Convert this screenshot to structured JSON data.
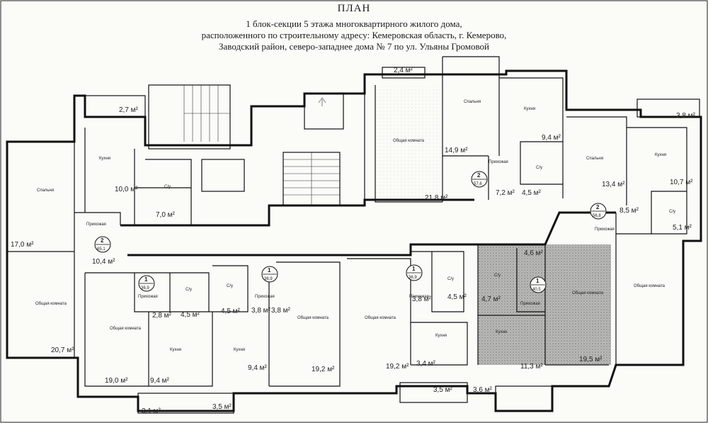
{
  "header": {
    "title": "ПЛАН",
    "line1": "1 блок-секции 5 этажа многоквартирного жилого дома,",
    "line2": "расположенного по строительному адресу: Кемеровская область, г. Кемерово,",
    "line3": "Заводский район, северо-западнее дома № 7 по ул. Ульяны Громовой"
  },
  "rooms": {
    "spalnya": "Спальня",
    "kuhnya": "Кухня",
    "obshaya": "Общая комната",
    "sanuzel": "С/у",
    "prihozhaya": "Прихожая"
  },
  "areas": {
    "a1": "2,7 м²",
    "a2": "10,0 м²",
    "a3": "7,0 м²",
    "a4": "17,0 м²",
    "a5": "10,4 м²",
    "a6": "14,9 м²",
    "a7": "9,4 м²",
    "a8": "21,8 м²",
    "a9": "7,2 м²",
    "a10": "4,5 м²",
    "a11": "3,8 м²",
    "a12": "13,4 м²",
    "a13": "10,7 м²",
    "a14": "8,5 м²",
    "a15": "5,1 м²",
    "a16": "20,7 м²",
    "a17": "19,0 м²",
    "a18": "9,4 м²",
    "a19": "4,5 м²",
    "a20": "4,5 м²",
    "a21": "3,8 м²",
    "a22": "9,4 м²",
    "a23": "19,2 м²",
    "a24": "19,2 м²",
    "a25": "3,4 м²",
    "a26": "3,8 м²",
    "a27": "4,5 м²",
    "a28": "4,6 м²",
    "a29": "4,7 м²",
    "a30": "11,3 м²",
    "a31": "19,5 м²",
    "a32": "3,1 м²",
    "a33": "3,5 м²",
    "a34": "3,5 м²",
    "a35": "3,6 м²",
    "a36": "2,8 м²",
    "a37": "3,8 м²",
    "a38": "2,4 м²"
  },
  "flats": {
    "f1": {
      "rooms": "2",
      "area": "65,1"
    },
    "f2": {
      "rooms": "2",
      "area": "57,6"
    },
    "f3": {
      "rooms": "2",
      "area": "56,8"
    },
    "f4": {
      "rooms": "1",
      "area": "36,9"
    },
    "f5": {
      "rooms": "1",
      "area": "36,9"
    },
    "f6": {
      "rooms": "1",
      "area": "36,9"
    },
    "f7": {
      "rooms": "1",
      "area": "40,5"
    }
  },
  "colors": {
    "ink": "#111111",
    "paper": "#fbfbf8",
    "shade": "#8a8a8a"
  }
}
